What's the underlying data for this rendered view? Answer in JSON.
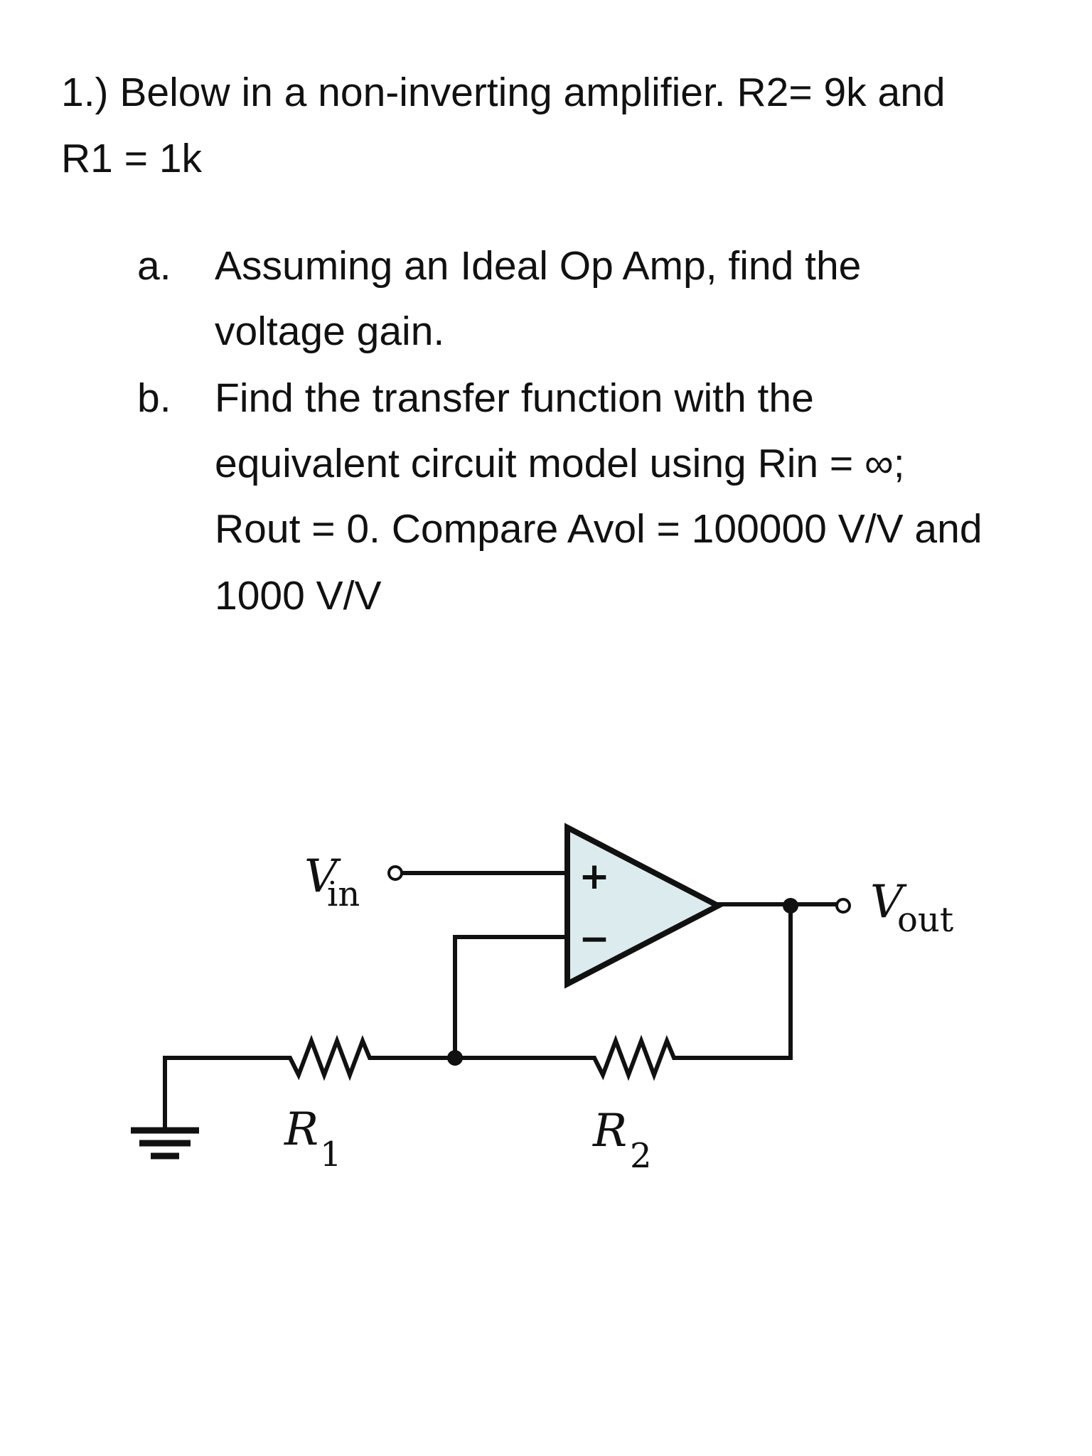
{
  "question": {
    "line1": "1.)  Below in a non-inverting amplifier.  R2= 9k and",
    "line2": "R1 = 1k"
  },
  "items": [
    {
      "marker": "a.",
      "lines": [
        "Assuming an Ideal Op Amp, find the",
        "voltage gain."
      ]
    },
    {
      "marker": "b.",
      "lines": [
        "Find the transfer function with the",
        "equivalent circuit model using Rin = ∞;",
        "Rout = 0.  Compare  Avol = 100000 V/V and",
        "1000 V/V"
      ]
    }
  ],
  "circuit": {
    "vin_main": "V",
    "vin_sub": "in",
    "vout_main": "V",
    "vout_sub": "out",
    "r1_main": "R",
    "r1_sub": "1",
    "r2_main": "R",
    "r2_sub": "2",
    "plus_sign": "+",
    "minus_sign": "−",
    "opamp_fill": "#dcecee",
    "wire_color": "#111111"
  }
}
